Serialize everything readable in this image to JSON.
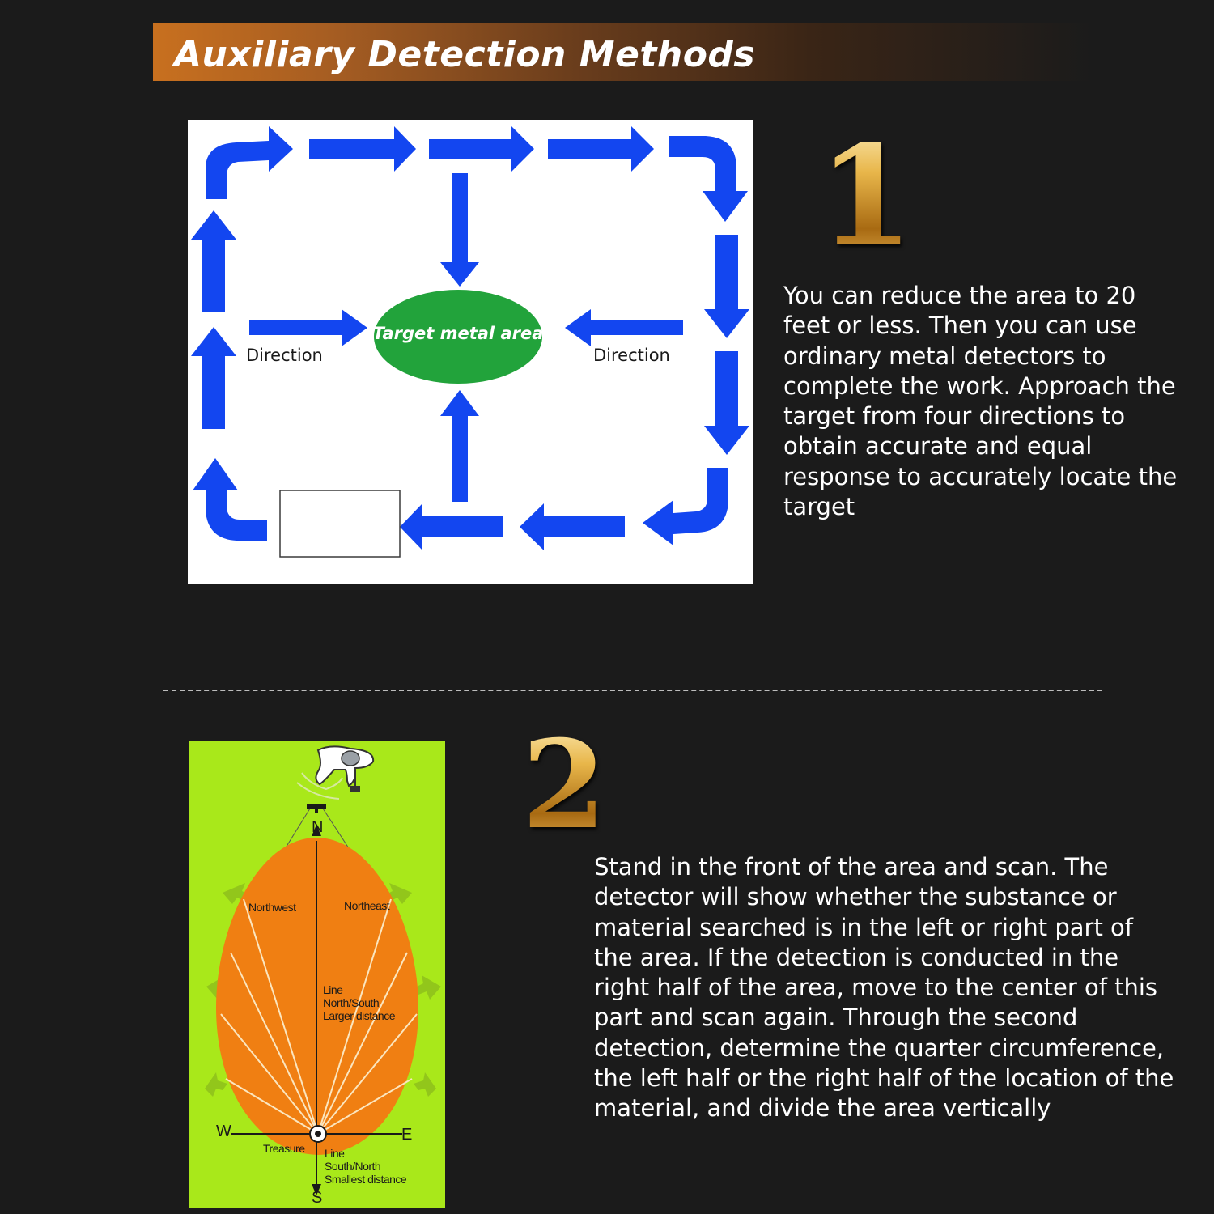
{
  "header": {
    "title": "Auxiliary Detection Methods"
  },
  "section1": {
    "number": "1",
    "target_label": "Target metal area",
    "direction_left": "Direction",
    "direction_right": "Direction",
    "text": "You can reduce the area to 20 feet or less. Then you can use ordinary metal detectors to complete the work. Approach the target from four directions to obtain accurate and equal response to accurately locate the target",
    "colors": {
      "arrow": "#1346f0",
      "target": "#22a33b"
    }
  },
  "section2": {
    "number": "2",
    "compass": {
      "n": "N",
      "s": "S",
      "w": "W",
      "e": "E"
    },
    "labels": {
      "northwest": "Northwest",
      "northeast": "Northeast",
      "line_ns_1": "Line",
      "line_ns_2": "North/South",
      "line_ns_3": "Larger distance",
      "treasure": "Treasure",
      "line_sn_1": "Line",
      "line_sn_2": "South/North",
      "line_sn_3": "Smallest distance"
    },
    "text": "Stand in the front of the area and scan. The detector will show whether the substance or material searched is in the left or right part of the area. If the detection is conducted in the right half of the area, move to the center of this part and scan again. Through the second detection, determine the quarter circumference, the left half or the right half of the location of the material, and divide the area vertically",
    "colors": {
      "background": "#a9e81a",
      "area": "#f07f12"
    }
  }
}
